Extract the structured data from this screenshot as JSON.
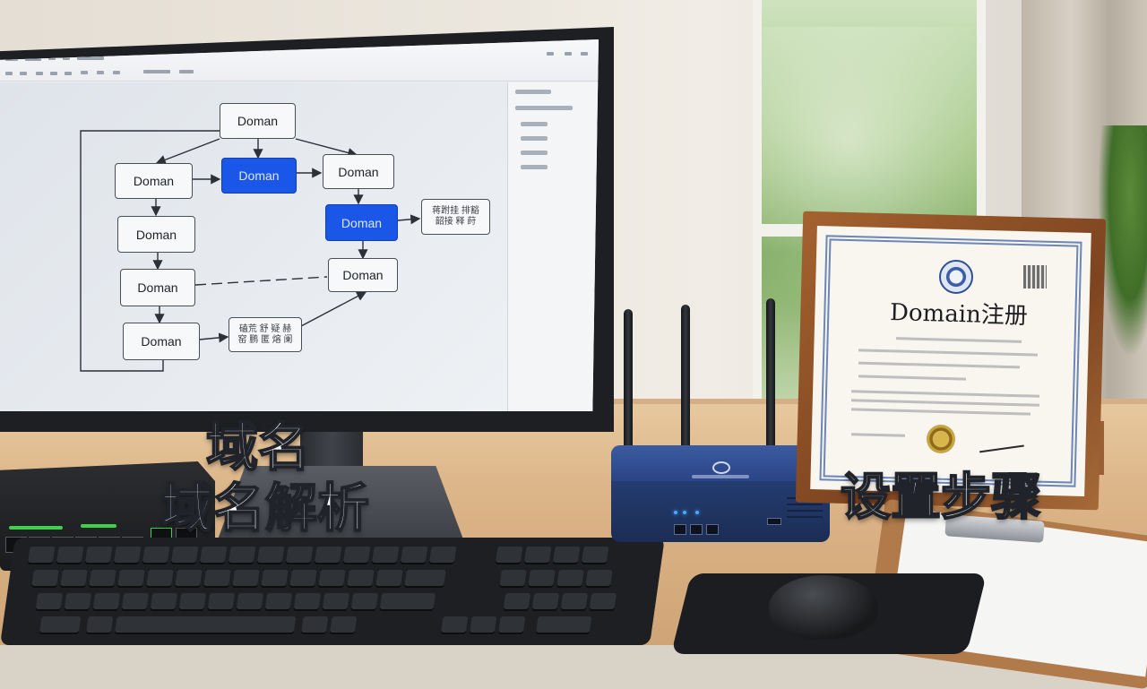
{
  "overlay": {
    "caption_top": "域名",
    "caption_bottom": "域名解析",
    "caption_right": "设置步骤"
  },
  "flowchart": {
    "nodes": [
      {
        "label": "Doman",
        "style": "plain"
      },
      {
        "label": "Doman",
        "style": "plain"
      },
      {
        "label": "Doman",
        "style": "blue"
      },
      {
        "label": "Doman",
        "style": "plain"
      },
      {
        "label": "Doman",
        "style": "plain"
      },
      {
        "label": "Doman",
        "style": "blue"
      },
      {
        "label": "Doman",
        "style": "plain"
      },
      {
        "label": "Doman",
        "style": "plain"
      },
      {
        "label": "Doman",
        "style": "plain"
      }
    ],
    "notes": [
      {
        "label": "蒋跗挂 排豁 \n 韶接 释 莳"
      },
      {
        "label": "磕荒 舒 疑 赫 \n 窑 鹏 匿 熔 阑"
      }
    ]
  },
  "certificate": {
    "title": "Domain注册"
  },
  "colors": {
    "node_blue": "#1a56e8",
    "caption_fill": "#ffffff",
    "caption_stroke": "#20242a",
    "cert_frame": "#8b4f26"
  }
}
